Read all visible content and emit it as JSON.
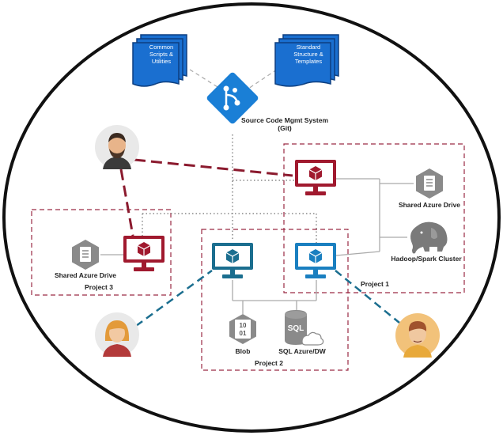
{
  "docs": {
    "common_lines": [
      "Common",
      "Scripts &",
      "Utilities"
    ],
    "standard_lines": [
      "Standard",
      "Structure &",
      "Templates"
    ]
  },
  "git": {
    "line1": "Source Code Mgmt System",
    "line2": "(Git)"
  },
  "project1": {
    "label": "Project 1",
    "storage_label": "Shared Azure Drive",
    "cluster_label": "Hadoop/Spark Cluster"
  },
  "project2": {
    "label": "Project 2",
    "blob_label": "Blob",
    "blob_icon_text": [
      "10",
      "01"
    ],
    "sql_label": "SQL Azure/DW",
    "sql_icon_text": "SQL"
  },
  "project3": {
    "label": "Project 3",
    "storage_label": "Shared Azure Drive"
  },
  "colors": {
    "frame": "#111111",
    "dashed_box": "#9a2a43",
    "maroon": "#a0192e",
    "teal": "#1b6e8f",
    "blue": "#1a7fc0",
    "gray_icon": "#8a8a8a",
    "doc_blue": "#1a6fd0",
    "elephant": "#7a7a7a"
  },
  "icons": [
    "document-stack-icon",
    "git-icon",
    "monitor-icon",
    "storage-icon",
    "elephant-icon",
    "avatar-icon"
  ]
}
